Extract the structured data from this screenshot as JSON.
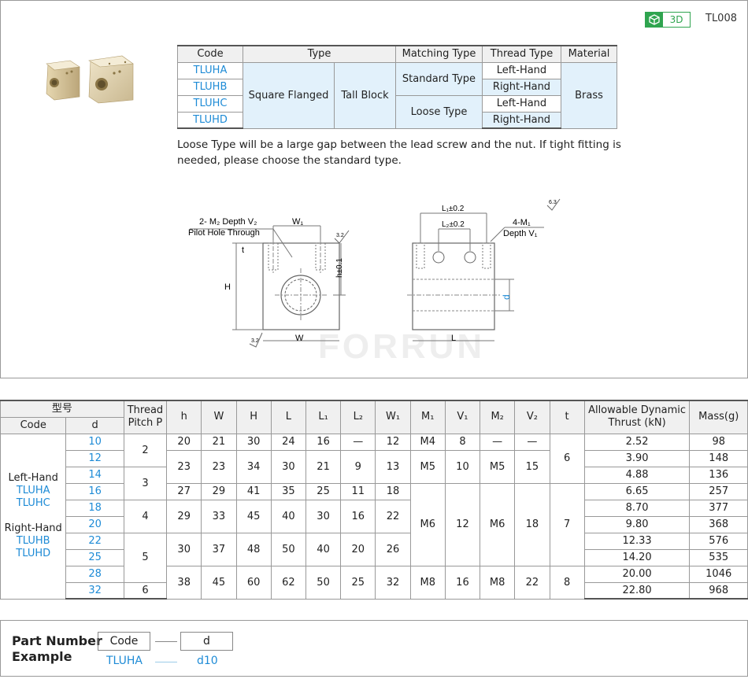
{
  "header": {
    "badge": "3D",
    "code": "TL008"
  },
  "spec": {
    "headers": [
      "Code",
      "Type",
      "Matching Type",
      "Thread Type",
      "Material"
    ],
    "codes": [
      "TLUHA",
      "TLUHB",
      "TLUHC",
      "TLUHD"
    ],
    "type1": "Square Flanged",
    "type2": "Tall Block",
    "matching": [
      "Standard Type",
      "Loose Type"
    ],
    "thread": [
      "Left-Hand",
      "Right-Hand",
      "Left-Hand",
      "Right-Hand"
    ],
    "material": "Brass"
  },
  "note": "Loose Type will be a large gap between the lead screw and the nut. If tight fitting is needed, please choose the standard type.",
  "drawing": {
    "label_m2": "2- M₂ Depth V₂",
    "label_pilot": "Pilot Hole Through",
    "label_w1": "W₁",
    "label_h": "H",
    "label_h1": "h±0.1",
    "label_w": "W",
    "label_t": "t",
    "label_l1": "L₁±0.2",
    "label_l2": "L₂±0.2",
    "label_m1": "4-M₁",
    "label_v1": "Depth V₁",
    "label_d": "d",
    "label_l": "L",
    "rough1": "3.2",
    "rough2": "3.2",
    "rough3": "6.3",
    "watermark": "FORRUN"
  },
  "dims": {
    "headers": {
      "model": "型号",
      "code": "Code",
      "d": "d",
      "pitch": "Thread Pitch P",
      "h": "h",
      "W": "W",
      "H": "H",
      "L": "L",
      "L1": "L₁",
      "L2": "L₂",
      "W1": "W₁",
      "M1": "M₁",
      "V1": "V₁",
      "M2": "M₂",
      "V2": "V₂",
      "t": "t",
      "thrust": "Allowable Dynamic Thrust (kN)",
      "mass": "Mass(g)"
    },
    "left_hand": "Left-Hand",
    "left_codes": [
      "TLUHA",
      "TLUHC"
    ],
    "right_hand": "Right-Hand",
    "right_codes": [
      "TLUHB",
      "TLUHD"
    ],
    "d": [
      "10",
      "12",
      "14",
      "16",
      "18",
      "20",
      "22",
      "25",
      "28",
      "32"
    ],
    "pitch": [
      "2",
      "3",
      "4",
      "5",
      "6"
    ],
    "h": [
      "20",
      "23",
      "27",
      "29",
      "30",
      "38"
    ],
    "W": [
      "21",
      "23",
      "29",
      "33",
      "37",
      "45"
    ],
    "H": [
      "30",
      "34",
      "41",
      "45",
      "48",
      "60"
    ],
    "L": [
      "24",
      "30",
      "35",
      "40",
      "50",
      "62"
    ],
    "L1": [
      "16",
      "21",
      "25",
      "30",
      "40",
      "50"
    ],
    "L2": [
      "—",
      "9",
      "11",
      "16",
      "20",
      "25"
    ],
    "W1": [
      "12",
      "13",
      "18",
      "22",
      "26",
      "32"
    ],
    "M1": [
      "M4",
      "M5",
      "M6",
      "M8"
    ],
    "V1": [
      "8",
      "10",
      "12",
      "16"
    ],
    "M2": [
      "—",
      "M5",
      "M6",
      "M8"
    ],
    "V2": [
      "—",
      "15",
      "18",
      "22"
    ],
    "t": [
      "6",
      "7",
      "8"
    ],
    "thrust": [
      "2.52",
      "3.90",
      "4.88",
      "6.65",
      "8.70",
      "9.80",
      "12.33",
      "14.20",
      "20.00",
      "22.80"
    ],
    "mass": [
      "98",
      "148",
      "136",
      "257",
      "377",
      "368",
      "576",
      "535",
      "1046",
      "968"
    ]
  },
  "part": {
    "title_line1": "Part Number",
    "title_line2": "Example",
    "code_label": "Code",
    "d_label": "d",
    "ex_code": "TLUHA",
    "ex_d": "d10"
  },
  "colors": {
    "accent": "#1e8bd6",
    "green": "#2fa44f",
    "highlight": "#e2f1fb"
  }
}
